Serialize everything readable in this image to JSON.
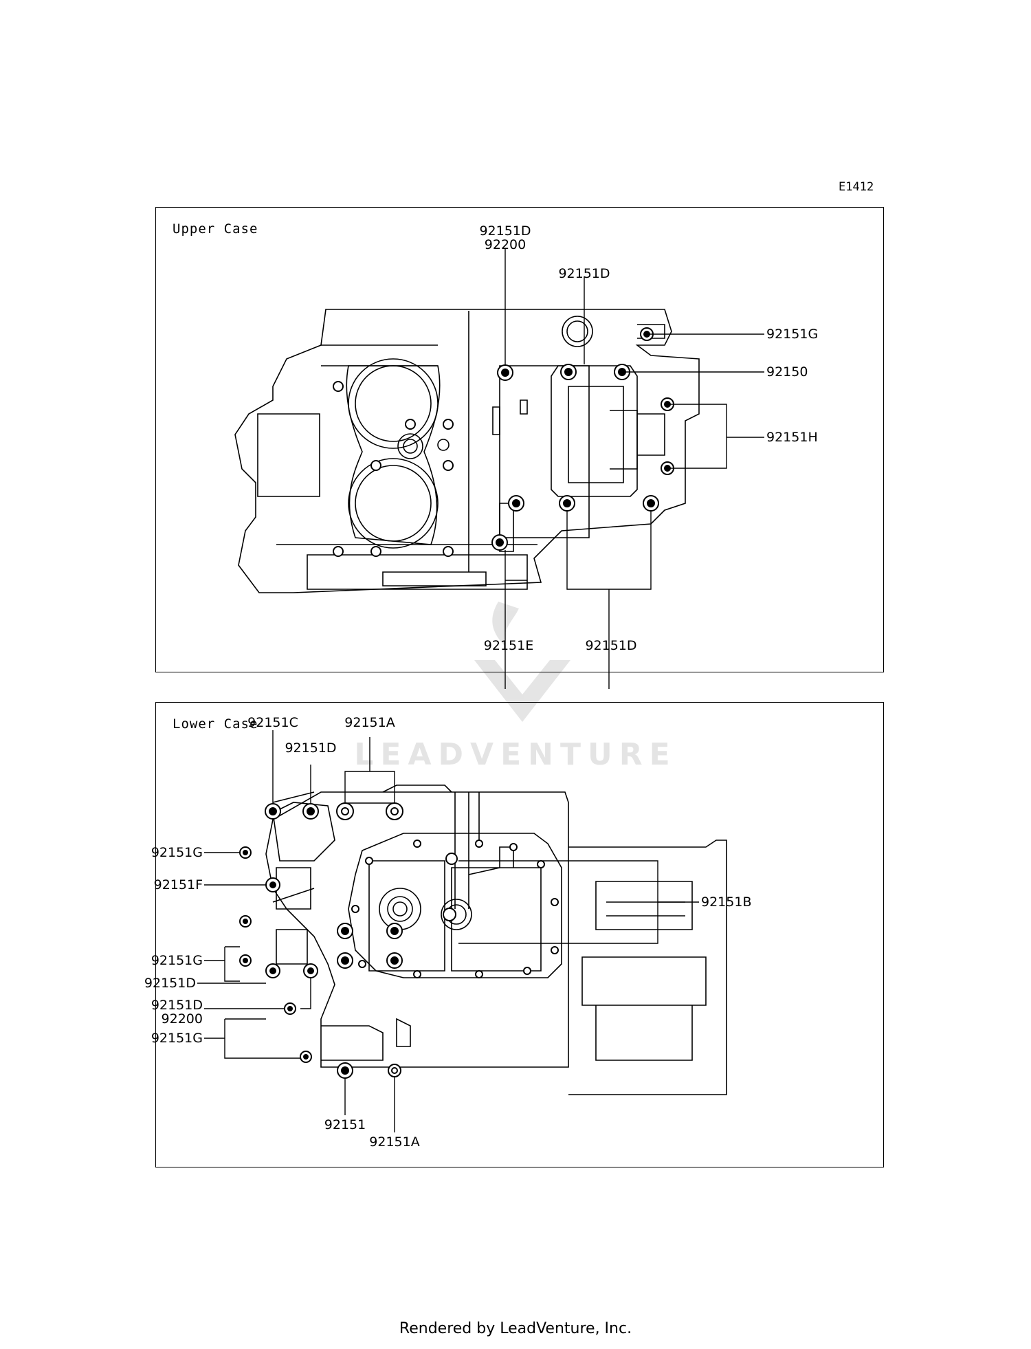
{
  "diagram_code": "E1412",
  "watermark": "LEADVENTURE",
  "footer": "Rendered by LeadVenture, Inc.",
  "upper_case": {
    "title": "Upper Case",
    "labels": {
      "top_stack_1": "92151D",
      "top_stack_2": "92200",
      "top_right": "92151D",
      "right_g": "92151G",
      "right_150": "92150",
      "right_h": "92151H",
      "bottom_e": "92151E",
      "bottom_d": "92151D"
    }
  },
  "lower_case": {
    "title": "Lower Case",
    "labels": {
      "top_c": "92151C",
      "top_a": "92151A",
      "top_d": "92151D",
      "left_g1": "92151G",
      "left_f": "92151F",
      "left_g2": "92151G",
      "left_d": "92151D",
      "left_stack_1": "92151D",
      "left_stack_2": "92200",
      "left_g3": "92151G",
      "right_b": "92151B",
      "bottom_plain": "92151",
      "bottom_a": "92151A"
    }
  }
}
